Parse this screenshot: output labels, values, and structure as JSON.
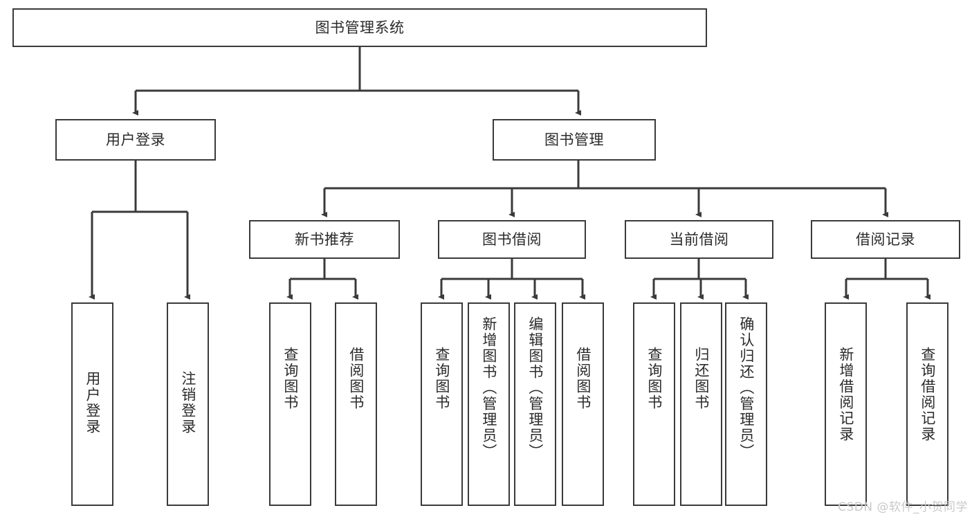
{
  "diagram": {
    "title": "图书管理系统",
    "type": "tree-hierarchy-diagram",
    "colors": {
      "box_border": "#3a3a3a",
      "box_fill": "#ffffff",
      "text": "#2b2b2b",
      "connector": "#3a3a3a",
      "watermark": "#c9c9c9",
      "background": "#ffffff"
    },
    "root": {
      "label": "图书管理系统"
    },
    "level2": [
      {
        "label": "用户登录"
      },
      {
        "label": "图书管理"
      }
    ],
    "level3": [
      {
        "label": "新书推荐"
      },
      {
        "label": "图书借阅"
      },
      {
        "label": "当前借阅"
      },
      {
        "label": "借阅记录"
      }
    ],
    "leaves": {
      "user_login": [
        {
          "label": "用户登录"
        },
        {
          "label": "注销登录"
        }
      ],
      "new_book_recommend": [
        {
          "label": "查询图书"
        },
        {
          "label": "借阅图书"
        }
      ],
      "book_borrow": [
        {
          "label": "查询图书"
        },
        {
          "label": "新增图书（管理员）"
        },
        {
          "label": "编辑图书（管理员）"
        },
        {
          "label": "借阅图书"
        }
      ],
      "current_borrow": [
        {
          "label": "查询图书"
        },
        {
          "label": "归还图书"
        },
        {
          "label": "确认归还（管理员）"
        }
      ],
      "borrow_record": [
        {
          "label": "新增借阅记录"
        },
        {
          "label": "查询借阅记录"
        }
      ]
    }
  },
  "watermark": {
    "text": "CSDN @软件_小贺同学"
  }
}
